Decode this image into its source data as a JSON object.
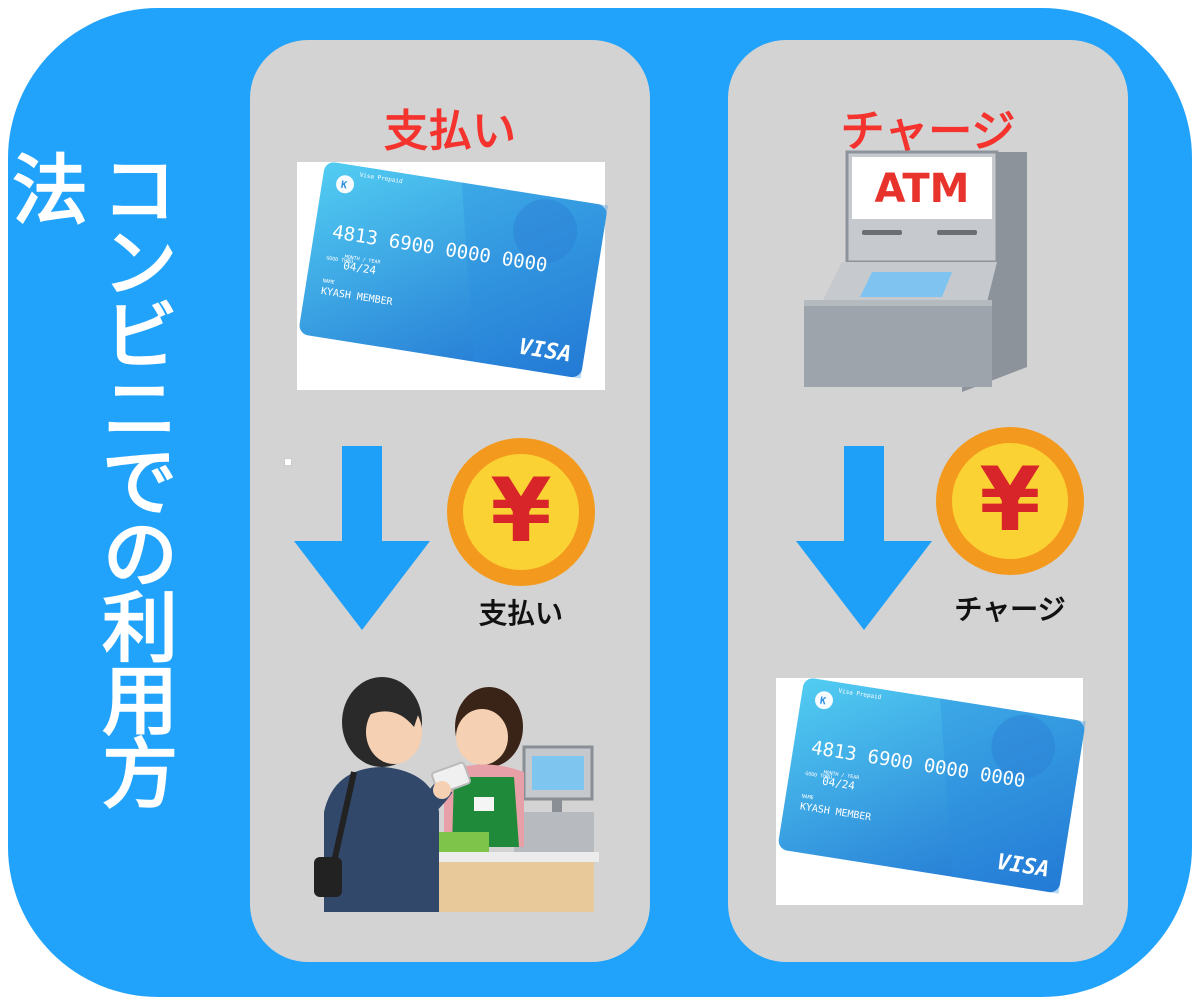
{
  "title": "コンビニでの利用方法",
  "payment": {
    "heading": "支払い",
    "coin_label": "支払い"
  },
  "charge": {
    "heading": "チャージ",
    "coin_label": "チャージ",
    "atm_text": "ATM"
  },
  "card": {
    "brand_small": "Visa Prepaid",
    "logo_letter": "K",
    "number": "4813 6900 0000 0000",
    "expiry_caption": "GOOD THRU",
    "expiry_caption2": "MONTH / YEAR",
    "expiry": "04/24",
    "name_caption": "NAME",
    "holder": "KYASH MEMBER",
    "network": "VISA"
  },
  "coin_symbol": "¥",
  "colors": {
    "background_blue": "#22a3fb",
    "panel_gray": "#d3d3d3",
    "heading_red": "#f5332e",
    "arrow_blue": "#1fa0f8",
    "coin_orange": "#f39a1e",
    "coin_yellow": "#fbd233",
    "yen_red": "#d8252a"
  }
}
